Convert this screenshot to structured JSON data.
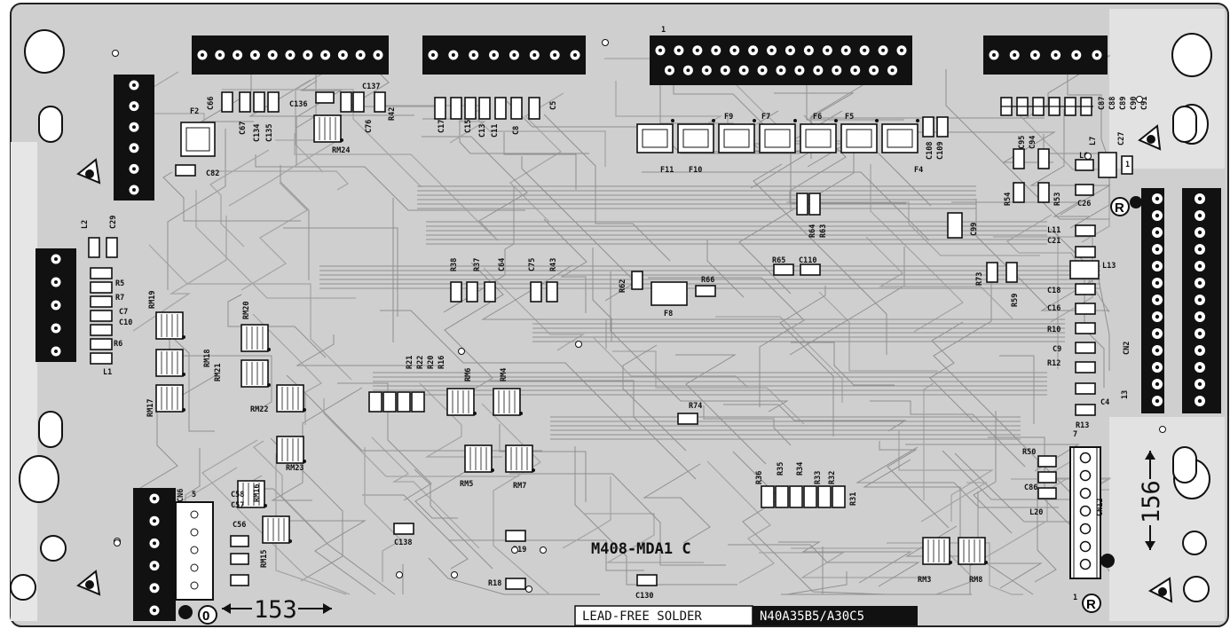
{
  "board": {
    "model": "M408-MDA1 C",
    "footer_left": "LEAD-FREE SOLDER",
    "footer_right": "N40A35B5/A30C5",
    "dim_bottom": "153",
    "dim_right": "156",
    "marker_r": "R",
    "marker_0": "0",
    "pin1_top": "1",
    "pin7_cn12": "7",
    "pin1_cn12": "1",
    "pin1_right": "1",
    "pin5_cn6": "5",
    "pin13_cn2": "13"
  },
  "connectors": {
    "cn2": "CN2",
    "cn6": "CN6",
    "cn12": "CN12"
  },
  "labels": [
    "F2",
    "C66",
    "C67",
    "C134",
    "C135",
    "C82",
    "C136",
    "C137",
    "C76",
    "R42",
    "RM24",
    "C17",
    "C15",
    "C13",
    "C11",
    "C8",
    "C5",
    "F9",
    "F7",
    "F6",
    "F5",
    "F11",
    "F10",
    "F4",
    "C108",
    "C109",
    "C87",
    "C88",
    "C89",
    "C90",
    "C91",
    "C95",
    "C94",
    "L7",
    "C27",
    "L6",
    "R54",
    "R53",
    "C26",
    "L2",
    "C29",
    "R5",
    "R7",
    "C7",
    "C10",
    "R6",
    "L1",
    "RM19",
    "RM18",
    "RM21",
    "RM17",
    "RM20",
    "RM22",
    "RM23",
    "R38",
    "R37",
    "C64",
    "C75",
    "R43",
    "R62",
    "R66",
    "F8",
    "R64",
    "R63",
    "R65",
    "C110",
    "C99",
    "L11",
    "C21",
    "L13",
    "R73",
    "R59",
    "C18",
    "C16",
    "R10",
    "C9",
    "R12",
    "C4",
    "R13",
    "R21",
    "R22",
    "R20",
    "R16",
    "RM6",
    "RM4",
    "RM5",
    "RM7",
    "R74",
    "R36",
    "R35",
    "R34",
    "R33",
    "R32",
    "R31",
    "R50",
    "C86",
    "L20",
    "C58",
    "C57",
    "RM16",
    "C56",
    "RM15",
    "C138",
    "R19",
    "R18",
    "C130",
    "RM3",
    "RM8"
  ]
}
